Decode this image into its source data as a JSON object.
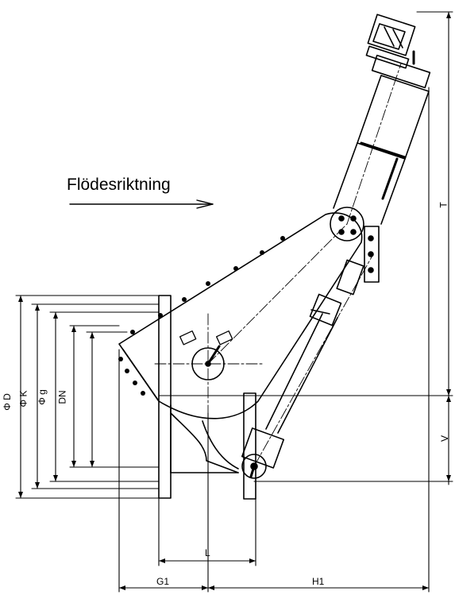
{
  "flow_direction_label": "Flödesriktning",
  "dimensions": {
    "phi_D": "Φ D",
    "phi_K": "Φ K",
    "phi_g": "Φ g",
    "DN": "DN",
    "L": "L",
    "G1": "G1",
    "H1": "H1",
    "T": "T",
    "V": "V"
  },
  "colors": {
    "line": "#000000",
    "background": "#ffffff"
  }
}
